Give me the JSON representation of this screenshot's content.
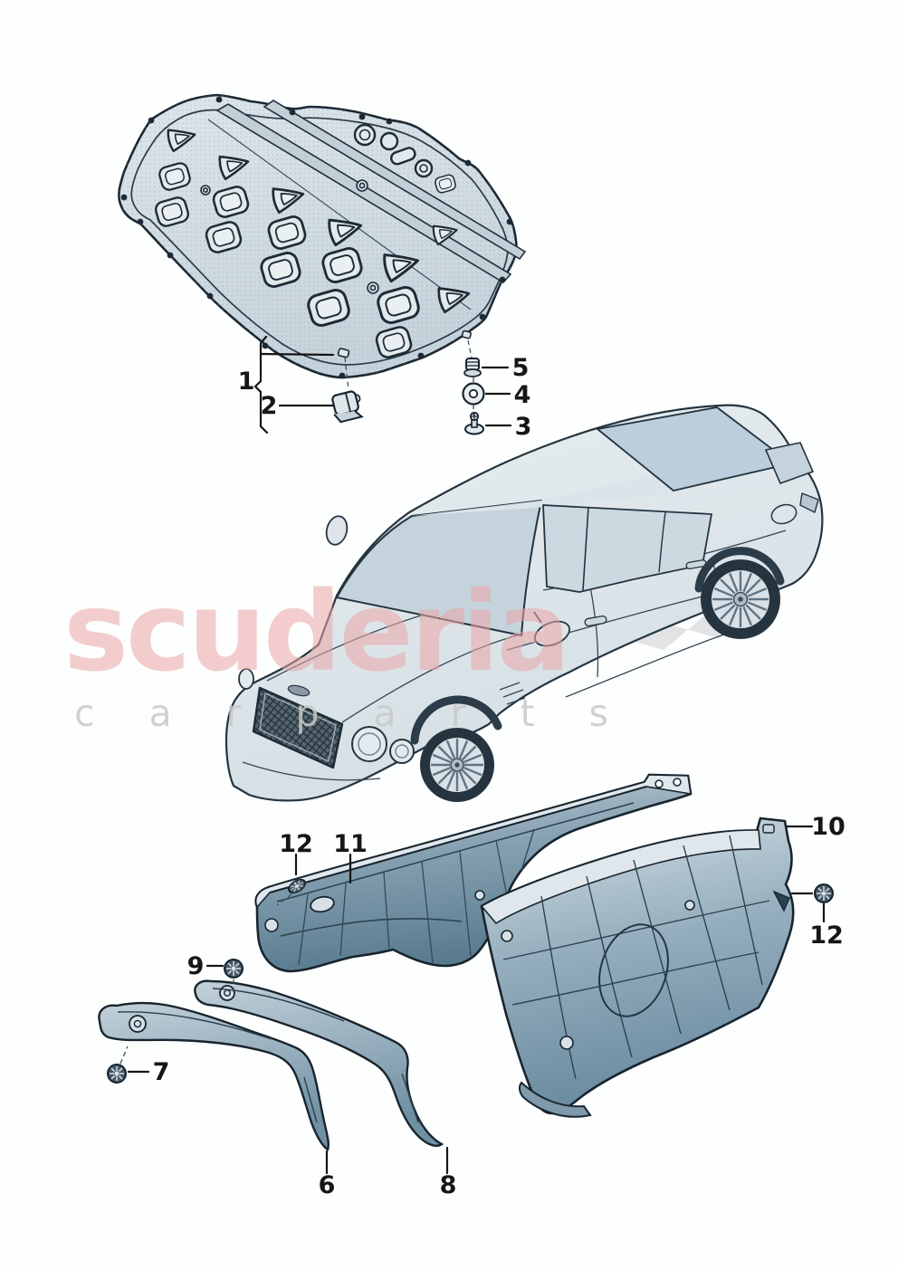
{
  "watermark": {
    "brand": "scuderia",
    "subtitle": "carparts"
  },
  "callouts": {
    "n1": "1",
    "n2": "2",
    "n3": "3",
    "n4": "4",
    "n5": "5",
    "n6": "6",
    "n7": "7",
    "n8": "8",
    "n9": "9",
    "n10": "10",
    "n11": "11",
    "n12a": "12",
    "n12b": "12"
  },
  "palette": {
    "line_dark": "#1b2833",
    "pad_fill": "#d8e1e7",
    "panel_light": "#dfe7ec",
    "panel_mid": "#93adbc",
    "panel_dark": "#5d7e92",
    "watermark_pink": "#eca6a6",
    "watermark_gray": "#c9c9c9",
    "flag_gray": "#e3e3e6",
    "background": "#fdfffe"
  }
}
